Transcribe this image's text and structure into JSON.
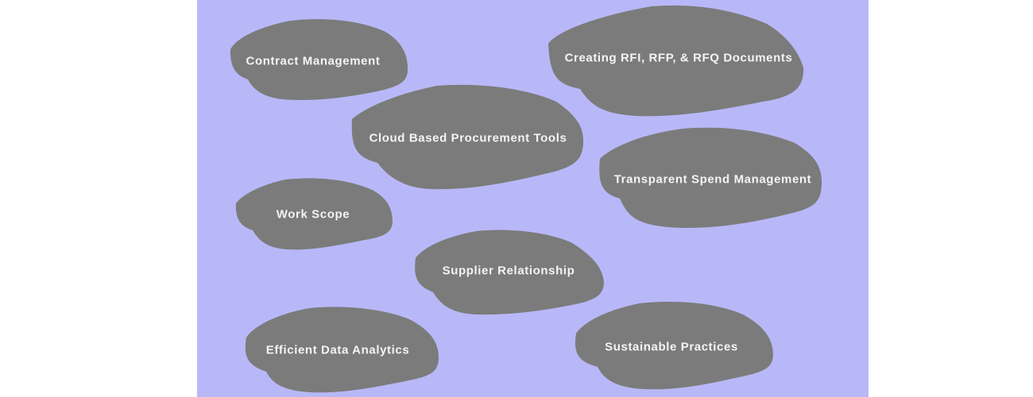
{
  "diagram": {
    "background_color": "#b8b8f8",
    "blob_color": "#7b7b7b",
    "text_color": "#f4f4f4",
    "nodes": [
      {
        "id": "contract-management",
        "label": "Contract Management"
      },
      {
        "id": "creating-rfi-rfp-rfq",
        "label": "Creating RFI, RFP, & RFQ Documents"
      },
      {
        "id": "cloud-based-procurement-tools",
        "label": "Cloud Based Procurement Tools"
      },
      {
        "id": "transparent-spend-management",
        "label": "Transparent Spend Management"
      },
      {
        "id": "work-scope",
        "label": "Work Scope"
      },
      {
        "id": "supplier-relationship",
        "label": "Supplier Relationship"
      },
      {
        "id": "efficient-data-analytics",
        "label": "Efficient Data Analytics"
      },
      {
        "id": "sustainable-practices",
        "label": "Sustainable Practices"
      }
    ]
  }
}
